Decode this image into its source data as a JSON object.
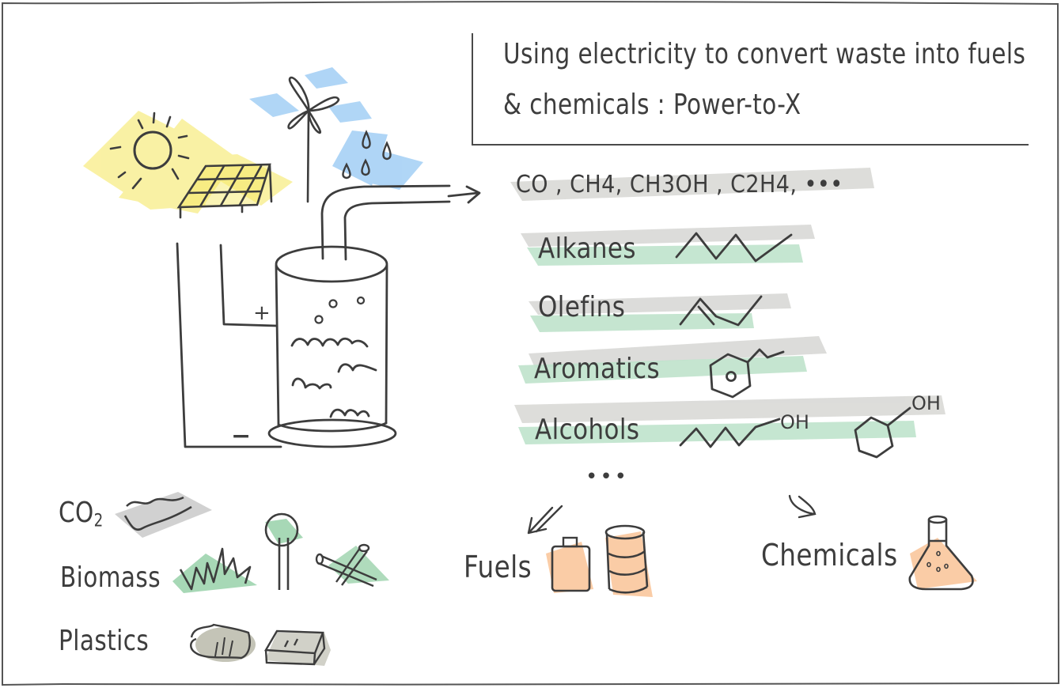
{
  "title": {
    "line1": "Using electricity to convert waste into fuels",
    "line2": "& chemicals : Power-to-X"
  },
  "energy_sources": {
    "items": [
      {
        "name": "sun-icon",
        "color": "#f7ea7a"
      },
      {
        "name": "solar-panel-icon",
        "color": "#f7ea7a"
      },
      {
        "name": "wind-turbine-icon",
        "color": "#8cc4f2"
      },
      {
        "name": "water-drops-icon",
        "color": "#8cc4f2"
      }
    ]
  },
  "reactor": {
    "positive_label": "+",
    "negative_label": "−"
  },
  "products": {
    "gases": "CO , CH4, CH3OH , C2H4, •••",
    "categories": [
      {
        "label": "Alkanes",
        "structure": "alkane-zigzag"
      },
      {
        "label": "Olefins",
        "structure": "olefin-double-bond"
      },
      {
        "label": "Aromatics",
        "structure": "benzene-propyl"
      },
      {
        "label": "Alcohols",
        "structure": "butanol-and-cyclohexanol",
        "oh1": "OH",
        "oh2": "OH"
      }
    ],
    "ellipsis": "•••"
  },
  "inputs": [
    {
      "label": "CO2",
      "icons": [
        "smoke-icon"
      ],
      "color": "#9a9a9a"
    },
    {
      "label": "Biomass",
      "icons": [
        "grass-icon",
        "tree-icon",
        "bamboo-icon"
      ],
      "color": "#5fb87a"
    },
    {
      "label": "Plastics",
      "icons": [
        "plastic-bag-icon",
        "plastic-block-icon"
      ],
      "color": "#8a8a70"
    }
  ],
  "outputs": {
    "fuels": {
      "label": "Fuels",
      "icons": [
        "fuel-canister-icon",
        "oil-barrel-icon"
      ],
      "color": "#f5a25d"
    },
    "chemicals": {
      "label": "Chemicals",
      "icons": [
        "flask-icon"
      ],
      "color": "#f5a25d"
    }
  },
  "colors": {
    "ink": "#3d3d3d",
    "gray_highlight": "#d9d9d6",
    "green_highlight": "#bfe3cc",
    "yellow": "#f7ea7a",
    "blue": "#8cc4f2",
    "orange": "#f5a25d"
  }
}
